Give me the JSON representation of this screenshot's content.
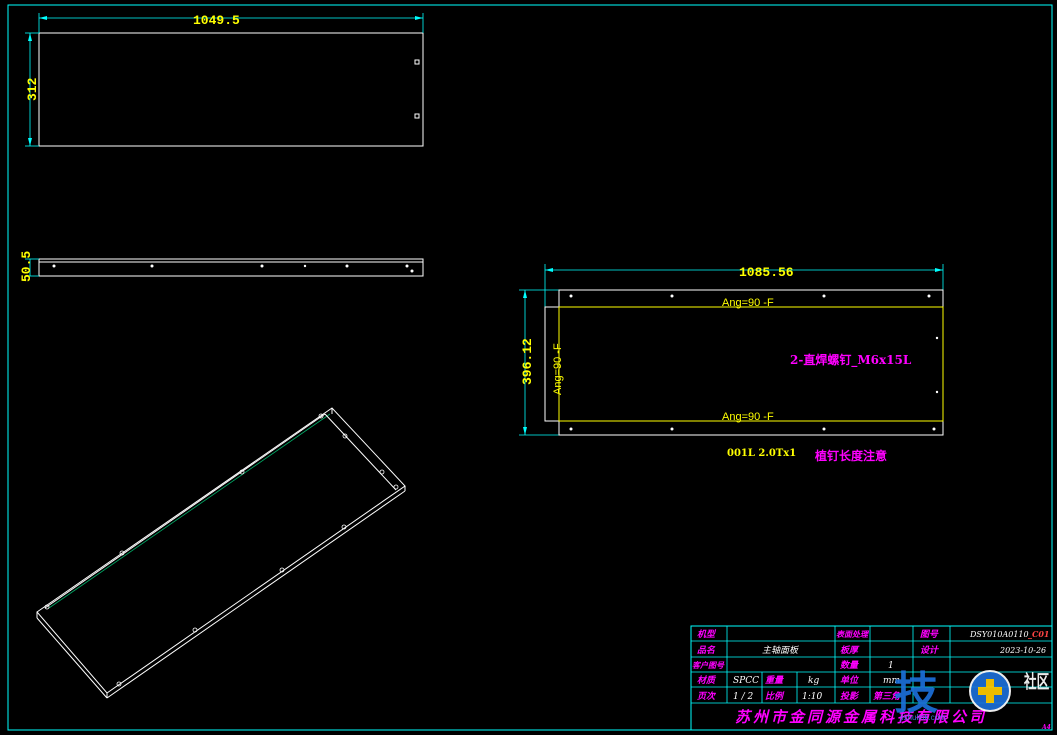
{
  "views": {
    "top_view": {
      "width_dim": "1049.5",
      "height_dim": "312"
    },
    "side_view": {
      "height_dim": "50.5"
    },
    "flat_pattern": {
      "width_dim": "1085.56",
      "height_dim": "396.12",
      "bend_top": "Ang=90 -F",
      "bend_bottom": "Ang=90 -F",
      "bend_left": "Ang=90 -F",
      "stud_note": "2-直焊螺钉_M6x15L",
      "part_note": "001L 2.0Tx1",
      "warning_note": "植钉长度注意"
    }
  },
  "title_block": {
    "row1": {
      "label_a": "机型",
      "value_a": "",
      "label_b": "表面处理",
      "value_b": "",
      "label_c": "图号",
      "value_c": "DSY010A0110",
      "rev": "_C01"
    },
    "row2": {
      "label_a": "品名",
      "value_a": "主轴面板",
      "label_b": "板厚",
      "value_b": "",
      "label_c": "设计",
      "value_c": "2023-10-26"
    },
    "row3": {
      "label_a": "客户图号",
      "value_a": "",
      "label_b": "数量",
      "value_b": "1",
      "label_c": "",
      "value_c": ""
    },
    "row4": {
      "label_a": "材质",
      "value_a": "SPCC",
      "label_b": "重量",
      "value_b": "kg",
      "label_c": "单位",
      "value_c": "mm"
    },
    "row5": {
      "label_a": "页次",
      "value_a": "1 / 2",
      "label_b": "比例",
      "value_b": "1:10",
      "label_c": "投影",
      "value_c": "第三角"
    },
    "company": "苏州市金同源金属科技有限公司",
    "sheet_size": "A4"
  },
  "watermark": {
    "text": "技",
    "sub": "社区",
    "url": "jishulink.com"
  }
}
